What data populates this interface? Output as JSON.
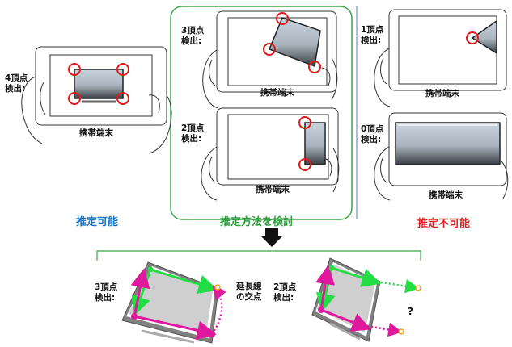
{
  "panels": {
    "four": {
      "label_l1": "4頂点",
      "label_l2": "検出:",
      "device": "携帯端末"
    },
    "three": {
      "label_l1": "3頂点",
      "label_l2": "検出:",
      "device": "携帯端末"
    },
    "two": {
      "label_l1": "2頂点",
      "label_l2": "検出:",
      "device": "携帯端末"
    },
    "one": {
      "label_l1": "1頂点",
      "label_l2": "検出:",
      "device": "携帯端末"
    },
    "zero": {
      "label_l1": "0頂点",
      "label_l2": "検出:",
      "device": "携帯端末"
    }
  },
  "categories": {
    "possible": {
      "text": "推定可能",
      "color": "#1e73be"
    },
    "consider": {
      "text": "推定方法を検討",
      "color": "#2e9e3e"
    },
    "impossible": {
      "text": "推定不可能",
      "color": "#e02020"
    }
  },
  "bottom": {
    "left_l1": "3頂点",
    "left_l2": "検出:",
    "note_l1": "延長線",
    "note_l2": "の交点",
    "right_l1": "2頂点",
    "right_l2": "検出:",
    "question": "?"
  },
  "colors": {
    "detect_circle": "#e01818",
    "green_arrow": "#22dd44",
    "magenta_arrow": "#e0189e",
    "box_border": "#3aa64a",
    "divider": "#4a7fc0"
  }
}
